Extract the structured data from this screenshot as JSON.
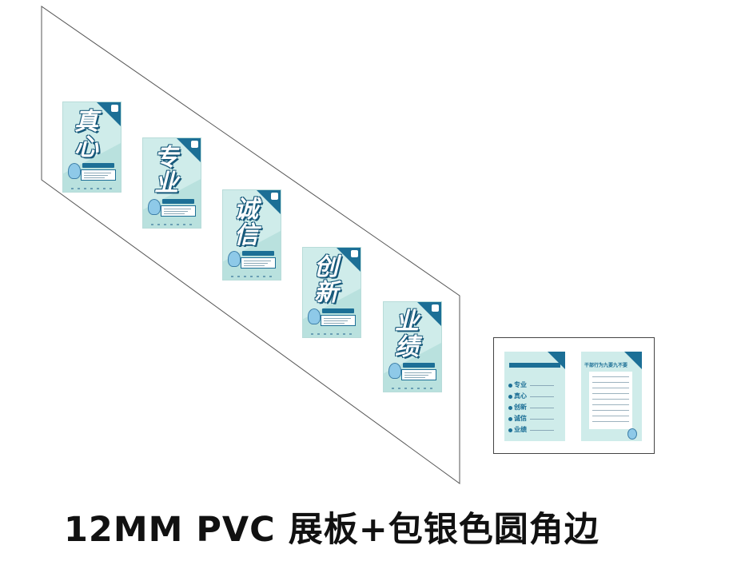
{
  "caption": "12MM  PVC 展板+包银色圆角边",
  "colors": {
    "panel_bg": "#cfecea",
    "accent": "#1c6f96",
    "outline": "#555555"
  },
  "panels": [
    {
      "c1": "真",
      "c2": "心"
    },
    {
      "c1": "专",
      "c2": "业"
    },
    {
      "c1": "诚",
      "c2": "信"
    },
    {
      "c1": "创",
      "c2": "新"
    },
    {
      "c1": "业",
      "c2": "绩"
    }
  ],
  "sample": {
    "right_title": "干部行为九要九不要",
    "left_items": [
      "专业",
      "真心",
      "创新",
      "诚信",
      "业绩"
    ]
  }
}
